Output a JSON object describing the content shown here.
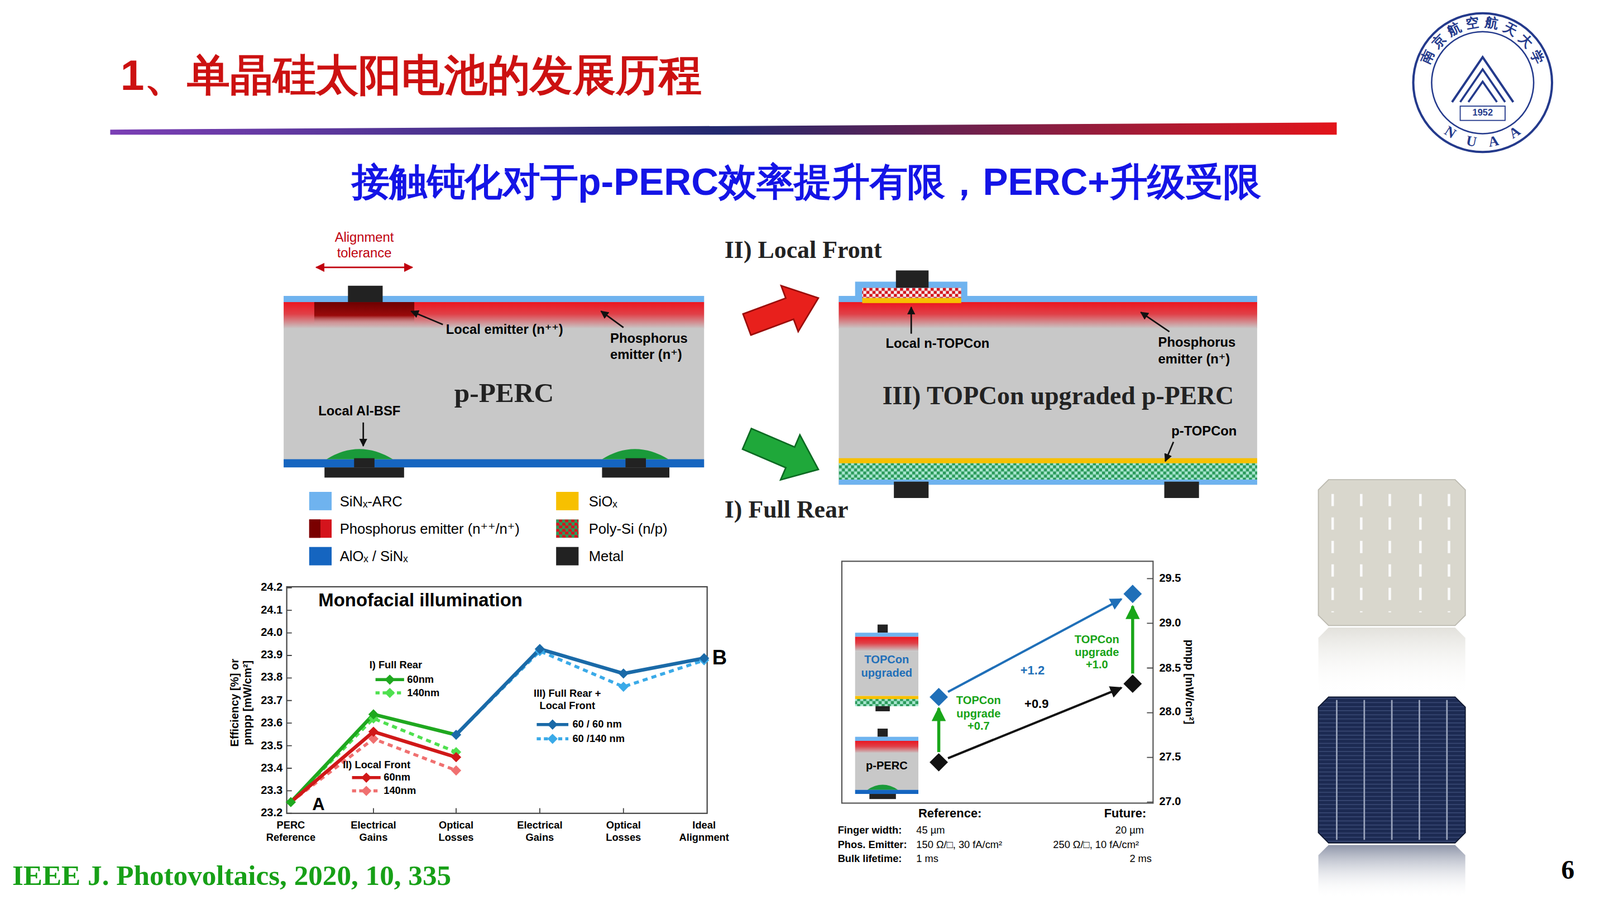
{
  "diagram": {
    "title": "1、单晶硅太阳电池的发展历程",
    "nodes": [
      {
        "text": [
          "p-PERC"
        ]
      },
      {
        "text": [
          "III) TOPCon upgraded p-PERC"
        ]
      }
    ],
    "edges": [
      {
        "from": 0,
        "to": 1,
        "arrow": "to",
        "label": "II) Local Front"
      },
      {
        "from": 0,
        "to": 1,
        "arrow": "to",
        "label": "I) Full Rear"
      }
    ],
    "labels": [
      "南京航空航天大学",
      "1952",
      "NUAA",
      "接触钝化对于p-PERC效率提升有限，PERC+升级受限",
      "Alignment tolerance",
      "Local emitter (n⁺⁺)",
      "Phosphorus emitter (n⁺)",
      "Local Al-BSF",
      "Local n-TOPCon",
      "Phosphorus emitter (n⁺)",
      "p-TOPCon",
      "Monofacial illumination",
      "24.2",
      "24.1",
      "24.0",
      "23.9",
      "23.8",
      "23.7",
      "23.6",
      "23.5",
      "23.4",
      "23.3",
      "23.2",
      "Efficiency [%] or pmpp [mW/cm²]",
      "PERC Reference",
      "Electrical Gains",
      "Optical Losses",
      "Electrical Gains",
      "Optical Losses",
      "Ideal Alignment",
      "A",
      "B",
      "I) Full Rear",
      "II) Local Front",
      "III) Full Rear + Local Front",
      "29.5",
      "29.0",
      "28.5",
      "28.0",
      "27.5",
      "27.0",
      "pmpp [mW/cm²]",
      "TOPCon upgraded",
      "p-PERC",
      "+1.2",
      "+0.9",
      "TOPCon upgrade +0.7",
      "TOPCon upgrade +1.0",
      "Reference:",
      "Future:",
      "Finger width:",
      "45 µm",
      "20 µm",
      "Phos. Emitter:",
      "150 Ω/□, 30 fA/cm²",
      "250 Ω/□, 10 fA/cm²",
      "Bulk lifetime:",
      "1 ms",
      "2 ms",
      "IEEE J. Photovoltaics, 2020, 10, 335",
      "6"
    ],
    "legend": [
      {
        "text": "SiNₓ-ARC",
        "color": "#6fb3ef"
      },
      {
        "text": "Phosphorus emitter (n⁺⁺/n⁺)",
        "color": "#d4141c"
      },
      {
        "text": "AlOₓ / SiNₓ",
        "color": "#1565c0"
      },
      {
        "text": "SiOₓ",
        "color": "#f7c000"
      },
      {
        "text": "Poly-Si (n/p)"
      },
      {
        "text": "Metal",
        "color": "#222222"
      },
      {
        "text": "60nm"
      },
      {
        "text": "140nm"
      },
      {
        "text": "60nm"
      },
      {
        "text": "140nm"
      },
      {
        "text": "60 / 60 nm"
      },
      {
        "text": "60 /140 nm"
      }
    ]
  }
}
